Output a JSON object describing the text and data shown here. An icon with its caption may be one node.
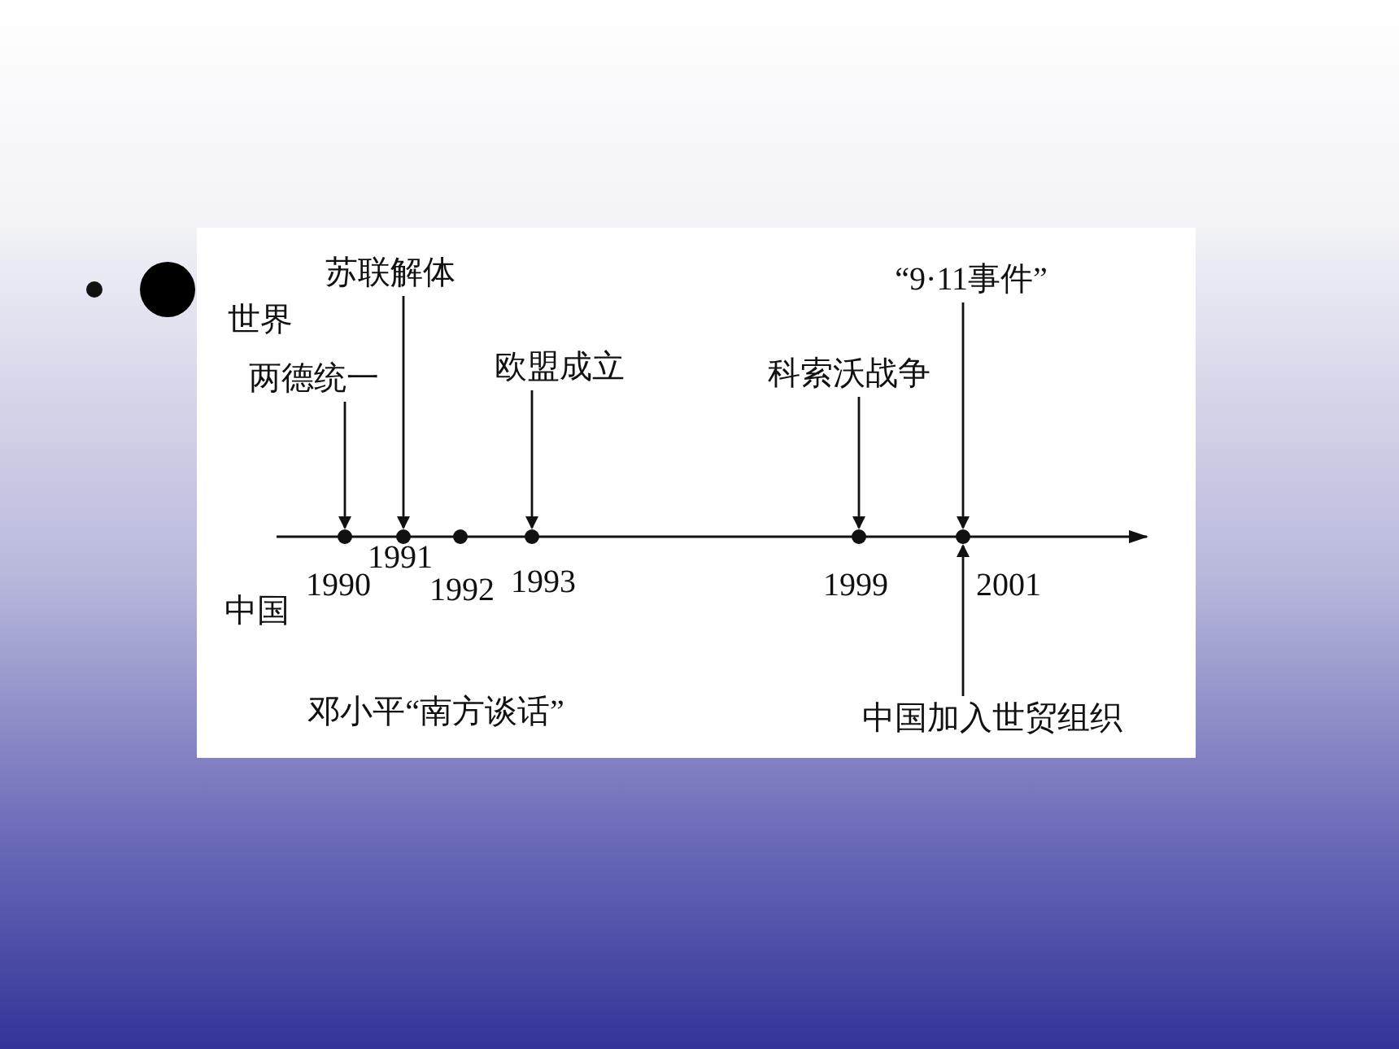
{
  "diagram": {
    "nodes": [
      {
        "text": [
          "两德统一"
        ]
      },
      {
        "text": [
          "苏联解体"
        ]
      },
      {
        "text": [
          "欧盟成立"
        ]
      },
      {
        "text": [
          "科索沃战争"
        ]
      },
      {
        "text": [
          "“9·11事件”"
        ]
      },
      {
        "text": [
          "中国加入世贸组织"
        ]
      },
      {
        "text": [],
        "shape": "circle"
      },
      {
        "text": [],
        "shape": "circle"
      },
      {
        "text": [],
        "shape": "circle"
      },
      {
        "text": [],
        "shape": "circle"
      },
      {
        "text": [],
        "shape": "circle"
      },
      {
        "text": [],
        "shape": "circle"
      }
    ],
    "edges": [
      {
        "from": 0,
        "to": 6,
        "arrow": "to"
      },
      {
        "from": 1,
        "to": 7,
        "arrow": "to"
      },
      {
        "from": 2,
        "to": 9,
        "arrow": "to"
      },
      {
        "from": 3,
        "to": 10,
        "arrow": "to"
      },
      {
        "from": 4,
        "to": 11,
        "arrow": "to"
      },
      {
        "from": 5,
        "to": 11,
        "arrow": "to"
      }
    ],
    "labels": [
      "世界",
      "1991",
      "1990",
      "1992",
      "1993",
      "1999",
      "2001",
      "中国",
      "邓小平“南方谈话”"
    ]
  }
}
